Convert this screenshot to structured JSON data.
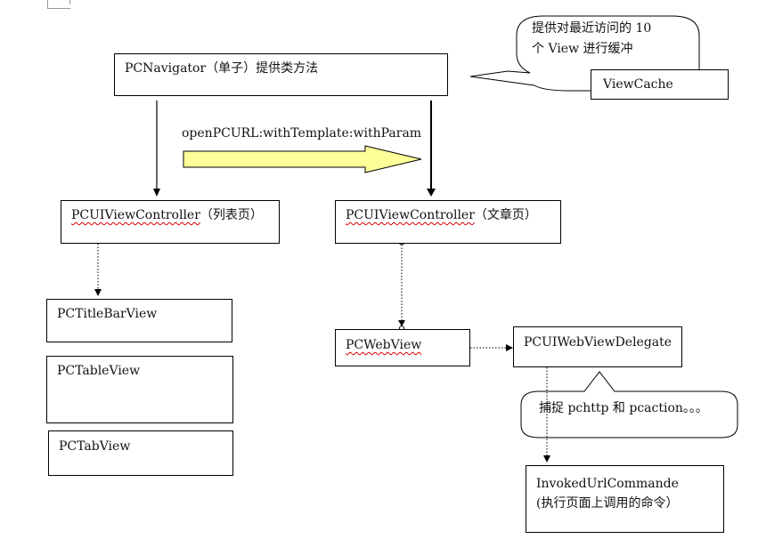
{
  "navigator": {
    "label": "PCNavigator（单子）提供类方法"
  },
  "callout_top": {
    "line1": "提供对最近访问的 10",
    "line2": "个 View 进行缓冲"
  },
  "view_cache": {
    "label": "ViewCache"
  },
  "arrow_label": {
    "text": "openPCURL:withTemplate:withParam"
  },
  "list_controller": {
    "name": "PCUIViewController",
    "suffix": "（列表页）"
  },
  "article_controller": {
    "name": "PCUIViewController",
    "suffix": "（文章页）"
  },
  "title_bar_view": {
    "label": "PCTitleBarView"
  },
  "table_view": {
    "label": "PCTableView"
  },
  "tab_view": {
    "label": "PCTabView"
  },
  "web_view": {
    "label": "PCWebView"
  },
  "web_view_delegate": {
    "label": "PCUIWebViewDelegate"
  },
  "callout_bottom": {
    "text": "捕捉 pchttp 和 pcaction。。。"
  },
  "invoked_command": {
    "line1": "InvokedUrlCommande",
    "line2": "(执行页面上调用的命令）"
  },
  "colors": {
    "block_arrow_fill": "#ffff99",
    "spellcheck_underline": "#dd0000",
    "line": "#000000"
  }
}
